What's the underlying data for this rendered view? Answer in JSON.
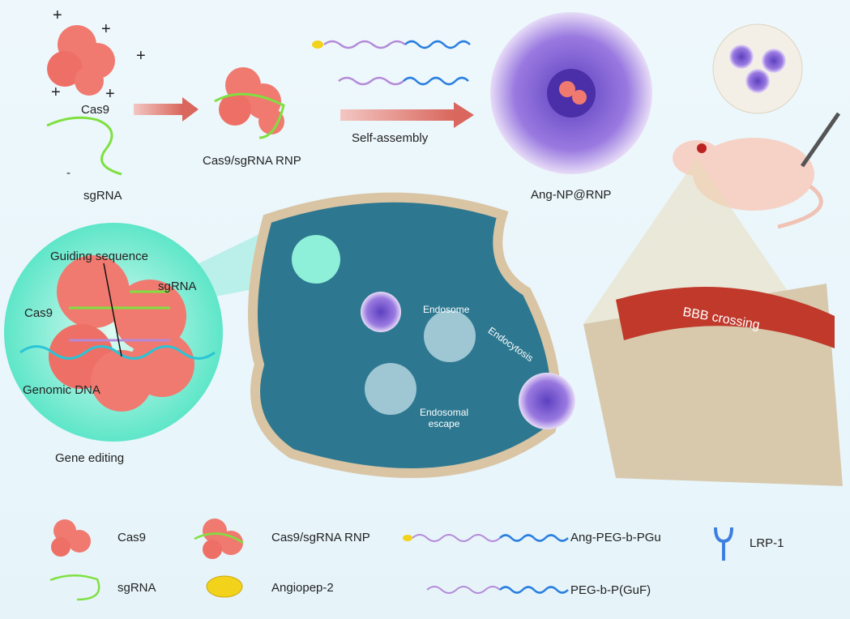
{
  "top": {
    "cas9": "Cas9",
    "sgrna": "sgRNA",
    "rnp": "Cas9/sgRNA RNP",
    "self_assembly": "Self-assembly",
    "nanoparticle": "Ang-NP@RNP",
    "plus": "+",
    "minus": "-"
  },
  "editing": {
    "guiding": "Guiding sequence",
    "sgrna": "sgRNA",
    "cas9": "Cas9",
    "dna": "Genomic DNA",
    "caption": "Gene editing"
  },
  "cell": {
    "endosome": "Endosome",
    "endocytosis": "Endocytosis",
    "escape": "Endosomal\nescape"
  },
  "brain": {
    "bbb": "BBB crossing"
  },
  "legend": {
    "cas9": "Cas9",
    "rnp": "Cas9/sgRNA RNP",
    "ang_peg": "Ang-PEG-b-PGu",
    "lrp": "LRP-1",
    "sgrna": "sgRNA",
    "angiopep": "Angiopep-2",
    "peg_guf": "PEG-b-P(GuF)"
  },
  "colors": {
    "protein": "#f07a70",
    "rna": "#7fe040",
    "peg": "#b48ad8",
    "pgu": "#2a7fe0",
    "ang": "#f2d21a",
    "lrp": "#3d7fe0"
  }
}
